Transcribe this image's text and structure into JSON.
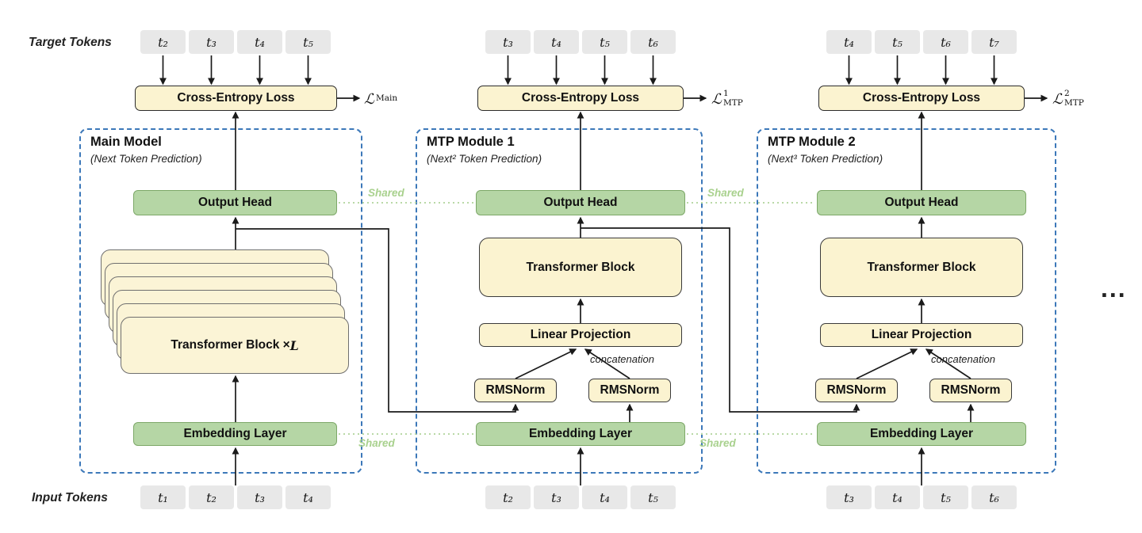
{
  "diagram": {
    "target_tokens_label": "Target Tokens",
    "input_tokens_label": "Input Tokens",
    "shared_label": "Shared",
    "concatenation_label": "concatenation",
    "ellipsis": "..."
  },
  "colors": {
    "module_border_blue": "#3c78b9",
    "green_fill": "#b5d6a5",
    "yellow_fill": "#fbf3d0",
    "token_gray": "#e8e8e8",
    "shared_green": "#a9d18e",
    "arrow_black": "#1a1a1a"
  },
  "modules": [
    {
      "title": "Main Model",
      "subtitle": "(Next Token Prediction)",
      "cross_entropy": "Cross-Entropy Loss",
      "loss": {
        "sym": "ℒ",
        "sup": "",
        "sub": "Main"
      },
      "output_head": "Output Head",
      "stack_label": "Transformer Block × ",
      "stack_var": "L",
      "embedding": "Embedding Layer",
      "target_tokens": [
        "t₂",
        "t₃",
        "t₄",
        "t₅"
      ],
      "input_tokens": [
        "t₁",
        "t₂",
        "t₃",
        "t₄"
      ]
    },
    {
      "title": "MTP Module 1",
      "subtitle": "(Next² Token Prediction)",
      "cross_entropy": "Cross-Entropy Loss",
      "loss": {
        "sym": "ℒ",
        "sup": "1",
        "sub": "MTP"
      },
      "output_head": "Output Head",
      "transformer": "Transformer Block",
      "linear": "Linear Projection",
      "rmsnorm_left": "RMSNorm",
      "rmsnorm_right": "RMSNorm",
      "embedding": "Embedding Layer",
      "target_tokens": [
        "t₃",
        "t₄",
        "t₅",
        "t₆"
      ],
      "input_tokens": [
        "t₂",
        "t₃",
        "t₄",
        "t₅"
      ]
    },
    {
      "title": "MTP Module 2",
      "subtitle": "(Next³ Token Prediction)",
      "cross_entropy": "Cross-Entropy Loss",
      "loss": {
        "sym": "ℒ",
        "sup": "2",
        "sub": "MTP"
      },
      "output_head": "Output Head",
      "transformer": "Transformer Block",
      "linear": "Linear Projection",
      "rmsnorm_left": "RMSNorm",
      "rmsnorm_right": "RMSNorm",
      "embedding": "Embedding Layer",
      "target_tokens": [
        "t₄",
        "t₅",
        "t₆",
        "t₇"
      ],
      "input_tokens": [
        "t₃",
        "t₄",
        "t₅",
        "t₆"
      ]
    }
  ]
}
